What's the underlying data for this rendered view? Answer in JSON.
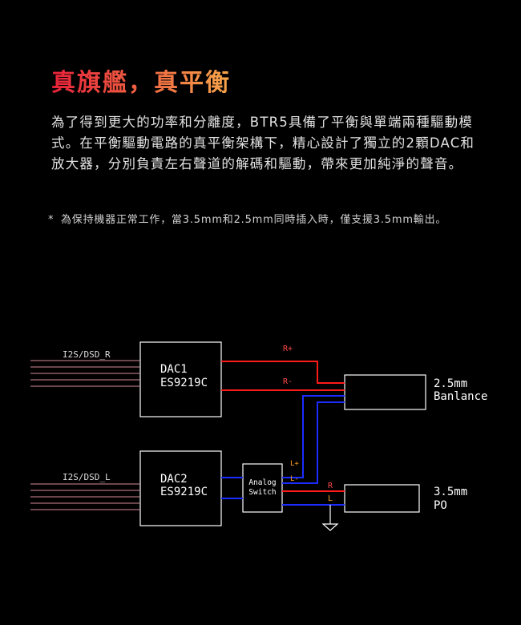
{
  "title": "真旗艦，真平衡",
  "description": "為了得到更大的功率和分離度，BTR5具備了平衡與單端兩種驅動模式。在平衡驅動電路的真平衡架構下，精心設計了獨立的2顆DAC和放大器，分別負責左右聲道的解碼和驅動，帶來更加純淨的聲音。",
  "note": {
    "marker": "*",
    "text": "為保持機器正常工作，當3.5mm和2.5mm同時插入時，僅支援3.5mm輸出。"
  },
  "diagram": {
    "input_r_label": "I2S/DSD_R",
    "input_l_label": "I2S/DSD_L",
    "dac1": {
      "line1": "DAC1",
      "line2": "ES9219C"
    },
    "dac2": {
      "line1": "DAC2",
      "line2": "ES9219C"
    },
    "switch": {
      "line1": "Analog",
      "line2": "Switch"
    },
    "out_balanced": {
      "line1": "2.5mm",
      "line2": "Banlance"
    },
    "out_po": {
      "line1": "3.5mm",
      "line2": "PO"
    },
    "signals": {
      "r_plus": "R+",
      "r_minus": "R-",
      "l_plus": "L+",
      "l_minus": "L-",
      "r": "R",
      "l": "L"
    }
  },
  "colors": {
    "title_gradient_start": "#e8213a",
    "title_gradient_end": "#f7a64a",
    "red_line": "#ff1a1a",
    "blue_line": "#1a2cff",
    "input_line": "#d88a9a",
    "box_stroke": "#ffffff",
    "label_red": "#ff4a4a",
    "label_orange": "#ffa020"
  }
}
